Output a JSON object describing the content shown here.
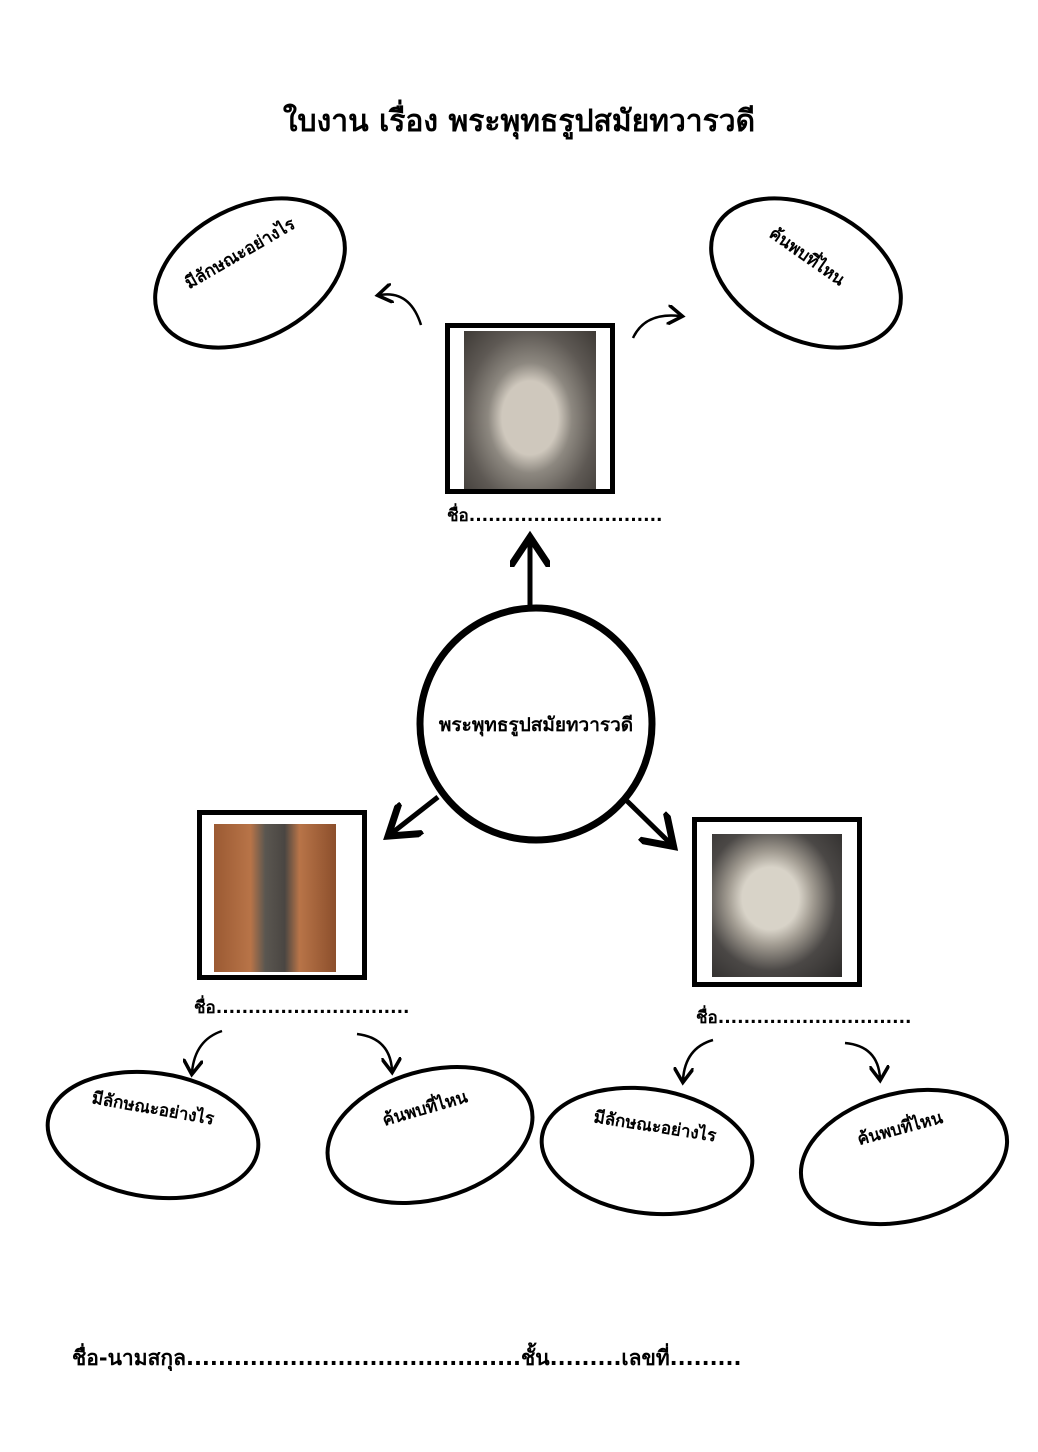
{
  "title": "ใบงาน เรื่อง พระพุทธรูปสมัยทวารวดี",
  "center": {
    "label": "พระพุทธรูปสมัยทวารวดี"
  },
  "top_node": {
    "name_label": "ชื่อ..............................",
    "left_bubble": "มีลักษณะอย่างไร",
    "right_bubble": "ค้นพบที่ไหน"
  },
  "left_node": {
    "name_label": "ชื่อ..............................",
    "left_bubble": "มีลักษณะอย่างไร",
    "right_bubble": "ค้นพบที่ไหน"
  },
  "right_node": {
    "name_label": "ชื่อ..............................",
    "left_bubble": "มีลักษณะอย่างไร",
    "right_bubble": "ค้นพบที่ไหน"
  },
  "footer": "ชื่อ-นามสกุล..........................................ชั้น.........เลขที่........."
}
